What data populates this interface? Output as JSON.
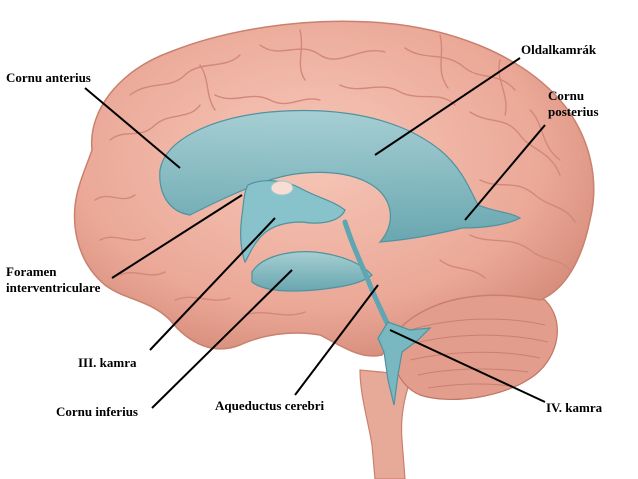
{
  "labels": {
    "cornu_anterius": "Cornu anterius",
    "oldalkamrak": "Oldalkamrák",
    "cornu_posterius_1": "Cornu",
    "cornu_posterius_2": "posterius",
    "foramen_1": "Foramen",
    "foramen_2": "interventriculare",
    "iii_kamra": "III. kamra",
    "cornu_inferius": "Cornu inferius",
    "aqueductus": "Aqueductus cerebri",
    "iv_kamra": "IV. kamra"
  },
  "colors": {
    "brain": "#efb0a0",
    "brain_shadow": "#d88d7c",
    "cerebellum": "#e39d8c",
    "ventricle": "#79b7c1",
    "leader_line": "#000000",
    "text": "#000000"
  }
}
